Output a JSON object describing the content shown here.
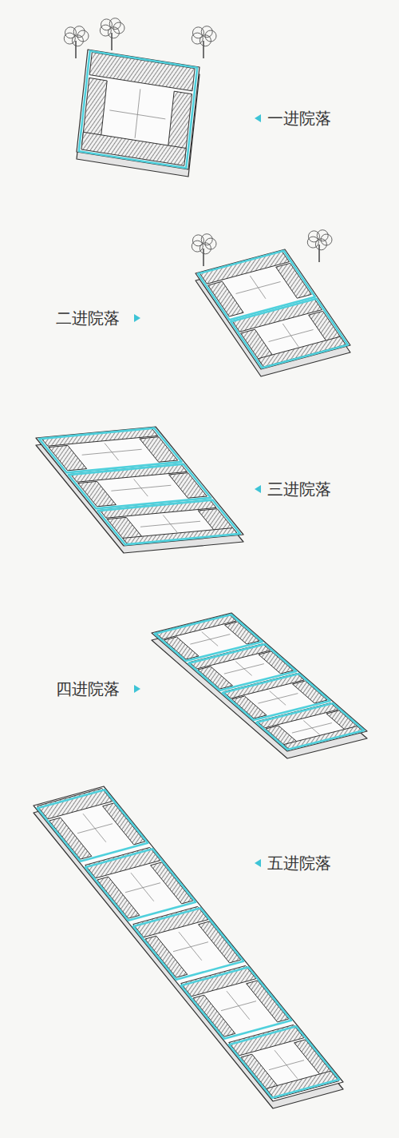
{
  "diagram": {
    "labels": [
      "一进院落",
      "二进院落",
      "三进院落",
      "四进院落",
      "五进院落"
    ]
  }
}
